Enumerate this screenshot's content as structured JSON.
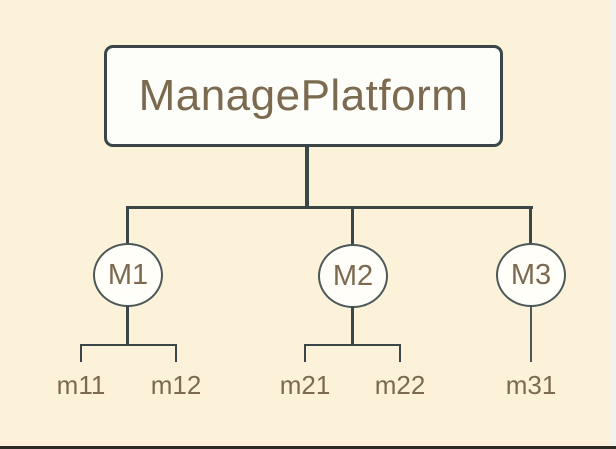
{
  "colors": {
    "background": "#fcf2da",
    "line": "#3a4647",
    "box-fill": "#fdfdf9",
    "node-fill": "#fffef9",
    "node-border": "#4d5859",
    "text-brown": "#7c6a50",
    "bottom-bar": "#2b2b23",
    "right-strip": "#f3f3ee"
  },
  "chart_data": {
    "type": "table",
    "title": "ManagePlatform hierarchy tree"
  },
  "nodes": {
    "root": "ManagePlatform",
    "managers": [
      "M1",
      "M2",
      "M3"
    ],
    "leaves": [
      [
        "m11",
        "m12"
      ],
      [
        "m21",
        "m22"
      ],
      [
        "m31"
      ]
    ]
  }
}
